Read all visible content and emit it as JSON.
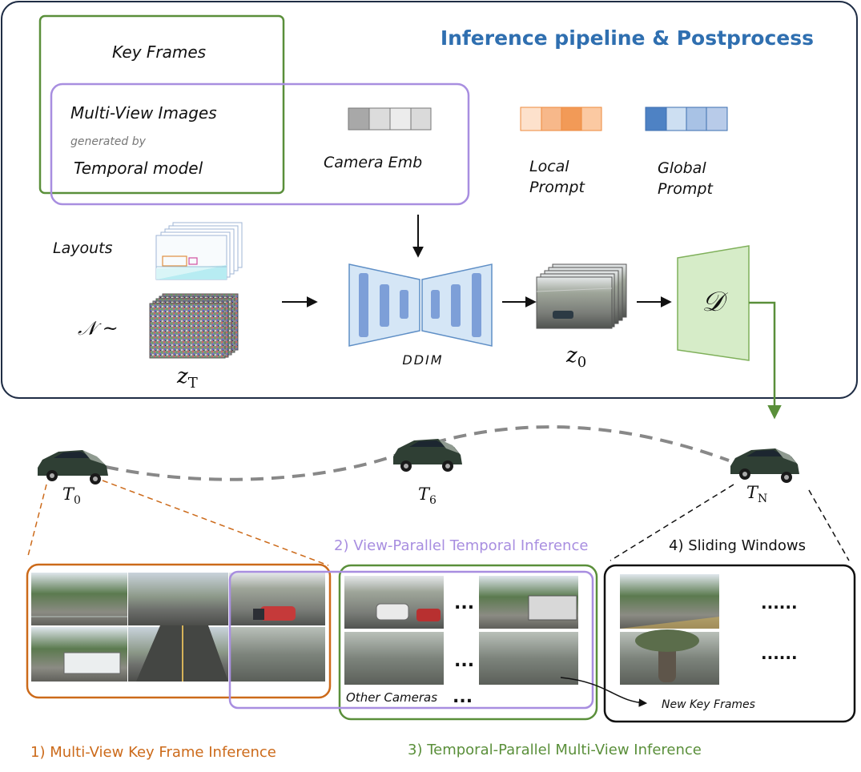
{
  "title": "Inference pipeline & Postprocess",
  "colors": {
    "title_blue": "#2f6fb0",
    "key_frame_green": "#5a8f3a",
    "multiview_purple": "#a88ee0",
    "orange": "#cc6a1a",
    "decoder_fill": "#d6ecc8",
    "decoder_stroke": "#7fb05a",
    "unet_fill": "#d5e6f6",
    "unet_stroke": "#5f8fc6",
    "unet_bar": "#7d9fd8"
  },
  "inputs": {
    "key_frames": "Key Frames",
    "multi_view_images": "Multi-View Images",
    "generated_by": "generated by",
    "temporal_model": "Temporal model",
    "camera_emb": "Camera Emb",
    "local_prompt": [
      "Local",
      "Prompt"
    ],
    "global_prompt": [
      "Global",
      "Prompt"
    ],
    "layouts": "Layouts",
    "noise": "𝒩  ~"
  },
  "latents": {
    "z_T_base": "z",
    "z_T_sub": "T",
    "z_0_base": "z",
    "z_0_sub": "0"
  },
  "model": {
    "ddim": "DDIM",
    "decoder": "𝒟"
  },
  "timeline": {
    "t0_base": "T",
    "t0_sub": "0",
    "t6_base": "T",
    "t6_sub": "6",
    "tn_base": "T",
    "tn_sub": "N"
  },
  "stages": {
    "view_parallel": "2) View-Parallel Temporal Inference",
    "sliding_windows": "4) Sliding Windows",
    "multi_view_key": "1) Multi-View Key Frame Inference",
    "temporal_parallel": "3) Temporal-Parallel Multi-View Inference",
    "other_cameras": "Other Cameras",
    "new_key_frames": "New Key Frames",
    "dots_short": "...",
    "dots_long": "......"
  }
}
